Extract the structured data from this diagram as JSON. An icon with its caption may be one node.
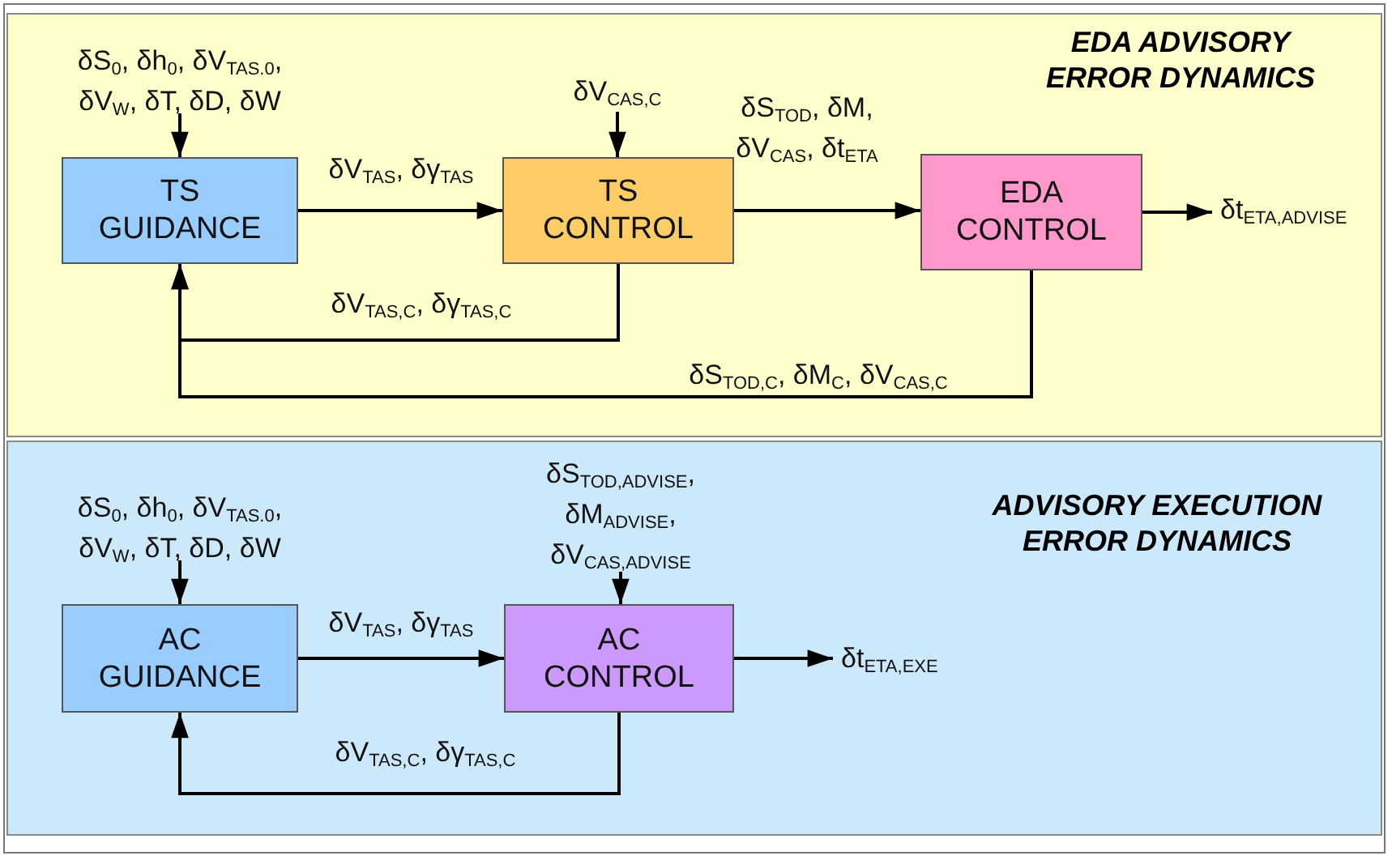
{
  "diagram": {
    "nodes": [
      {
        "text": [
          "EDA ADVISORY ERROR DYNAMICS"
        ]
      },
      {
        "text": [
          "δS$_{0}$, δh$_{0}$, δV$_{TAS.0}$, δV$_{W}$, δT, δD, δW"
        ],
        "in": 0
      },
      {
        "text": [
          "δV$_{CAS,C}$"
        ],
        "in": 0
      },
      {
        "text": [
          "TS GUIDANCE"
        ],
        "in": 0
      },
      {
        "text": [
          "TS CONTROL"
        ],
        "in": 0
      },
      {
        "text": [
          "EDA CONTROL"
        ],
        "in": 0
      },
      {
        "text": [
          "δt$_{ETA,ADVISE}$"
        ],
        "in": 0
      },
      {
        "text": [
          "ADVISORY EXECUTION ERROR DYNAMICS"
        ]
      },
      {
        "text": [
          "δS$_{0}$, δh$_{0}$, δV$_{TAS.0}$, δV$_{W}$, δT, δD, δW"
        ],
        "in": 7
      },
      {
        "text": [
          "δS$_{TOD,ADVISE}$, δM$_{ADVISE}$, δV$_{CAS,ADVISE}$"
        ],
        "in": 7
      },
      {
        "text": [
          "AC GUIDANCE"
        ],
        "in": 7
      },
      {
        "text": [
          "AC CONTROL"
        ],
        "in": 7
      },
      {
        "text": [
          "δt$_{ETA,EXE}$"
        ],
        "in": 7
      }
    ],
    "edges": [
      {
        "from": 1,
        "to": 3,
        "arrow": "to"
      },
      {
        "from": 2,
        "to": 4,
        "arrow": "to"
      },
      {
        "from": 3,
        "to": 4,
        "arrow": "to",
        "label": "δV$_{TAS}$, δγ$_{TAS}$"
      },
      {
        "from": 4,
        "to": 5,
        "arrow": "to",
        "label": "δS$_{TOD}$, δM, δV$_{CAS}$, δt$_{ETA}$"
      },
      {
        "from": 5,
        "to": 6,
        "arrow": "to"
      },
      {
        "from": 4,
        "to": 3,
        "arrow": "to",
        "label": "δV$_{TAS,C}$, δγ$_{TAS,C}$"
      },
      {
        "from": 5,
        "to": 3,
        "arrow": "to",
        "label": "δS$_{TOD,C}$, δM$_{C}$, δV$_{CAS,C}$"
      },
      {
        "from": 8,
        "to": 10,
        "arrow": "to"
      },
      {
        "from": 9,
        "to": 11,
        "arrow": "to"
      },
      {
        "from": 10,
        "to": 11,
        "arrow": "to",
        "label": "δV$_{TAS}$, δγ$_{TAS}$"
      },
      {
        "from": 11,
        "to": 12,
        "arrow": "to"
      },
      {
        "from": 11,
        "to": 10,
        "arrow": "to",
        "label": "δV$_{TAS,C}$, δγ$_{TAS,C}$"
      }
    ]
  }
}
